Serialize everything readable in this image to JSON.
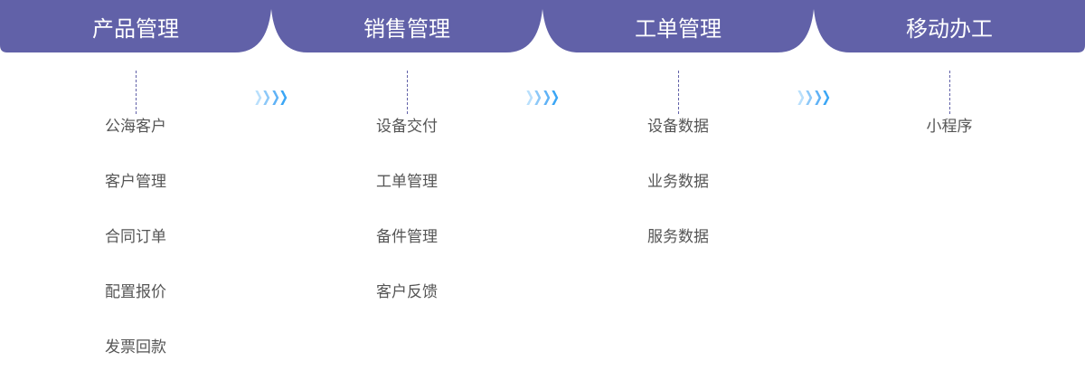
{
  "stages": [
    {
      "title": "产品管理",
      "items": [
        "公海客户",
        "客户管理",
        "合同订单",
        "配置报价",
        "发票回款"
      ]
    },
    {
      "title": "销售管理",
      "items": [
        "设备交付",
        "工单管理",
        "备件管理",
        "客户反馈"
      ]
    },
    {
      "title": "工单管理",
      "items": [
        "设备数据",
        "业务数据",
        "服务数据"
      ]
    },
    {
      "title": "移动办工",
      "items": [
        "小程序"
      ]
    }
  ],
  "colors": {
    "header": "#6161a8",
    "arrow": "#3aa6f5"
  }
}
